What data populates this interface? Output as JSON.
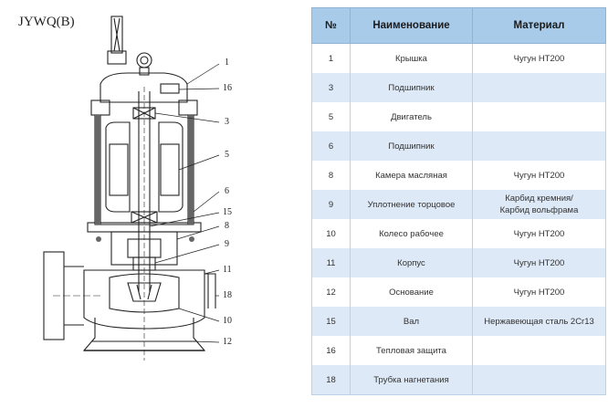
{
  "model_label": "JYWQ(B)",
  "table": {
    "headers": {
      "number": "№",
      "name": "Наименование",
      "material": "Материал"
    },
    "rows": [
      {
        "number": "1",
        "name": "Крышка",
        "material": "Чугун HT200",
        "material_line2": ""
      },
      {
        "number": "3",
        "name": "Подшипник",
        "material": "",
        "material_line2": ""
      },
      {
        "number": "5",
        "name": "Двигатель",
        "material": "",
        "material_line2": ""
      },
      {
        "number": "6",
        "name": "Подшипник",
        "material": "",
        "material_line2": ""
      },
      {
        "number": "8",
        "name": "Камера масляная",
        "material": "Чугун HT200",
        "material_line2": ""
      },
      {
        "number": "9",
        "name": "Уплотнение торцовое",
        "material": "Карбид кремния/",
        "material_line2": "Карбид вольфрама"
      },
      {
        "number": "10",
        "name": "Колесо рабочее",
        "material": "Чугун HT200",
        "material_line2": ""
      },
      {
        "number": "11",
        "name": "Корпус",
        "material": "Чугун HT200",
        "material_line2": ""
      },
      {
        "number": "12",
        "name": "Основание",
        "material": "Чугун HT200",
        "material_line2": ""
      },
      {
        "number": "15",
        "name": "Вал",
        "material": "Нержавеющая сталь 2Cr13",
        "material_line2": ""
      },
      {
        "number": "16",
        "name": "Тепловая защита",
        "material": "",
        "material_line2": ""
      },
      {
        "number": "18",
        "name": "Трубка нагнетания",
        "material": "",
        "material_line2": ""
      }
    ]
  },
  "callouts": [
    "1",
    "16",
    "3",
    "5",
    "6",
    "15",
    "8",
    "9",
    "11",
    "18",
    "10",
    "12"
  ]
}
